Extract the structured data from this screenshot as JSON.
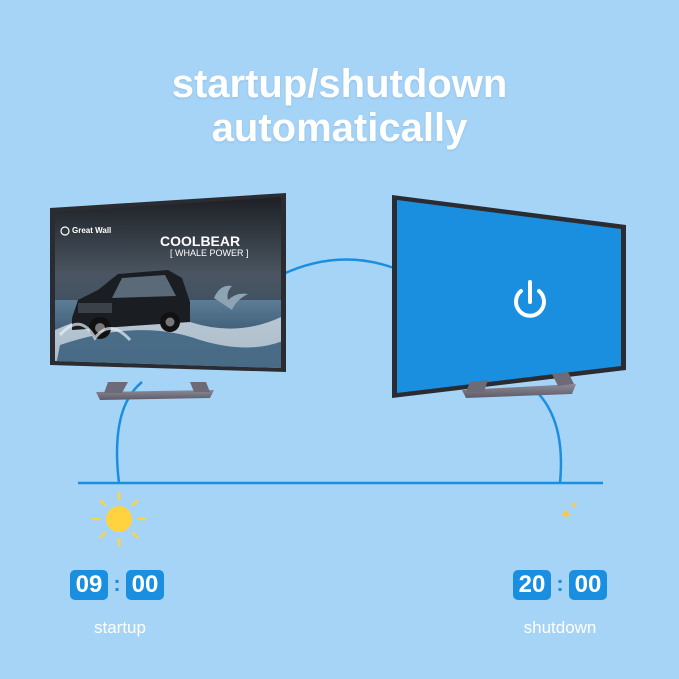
{
  "headline": {
    "line1": "startup/shutdown",
    "line2": "automatically"
  },
  "left_tv": {
    "ad": {
      "brand": "Great Wall",
      "title": "COOLBEAR",
      "subtitle": "[ WHALE  POWER ]"
    }
  },
  "right_tv": {
    "screen_color": "#1a8fe0",
    "icon": "power-icon"
  },
  "startup": {
    "hours": "09",
    "separator": ":",
    "minutes": "00",
    "label": "startup",
    "icon": "sun-icon"
  },
  "shutdown": {
    "hours": "20",
    "separator": ":",
    "minutes": "00",
    "label": "shutdown",
    "icon": "moon-icon"
  },
  "colors": {
    "background": "#a6d4f7",
    "accent": "#1a8fe0",
    "sun": "#ffd23f",
    "moon": "#ffc83a"
  }
}
